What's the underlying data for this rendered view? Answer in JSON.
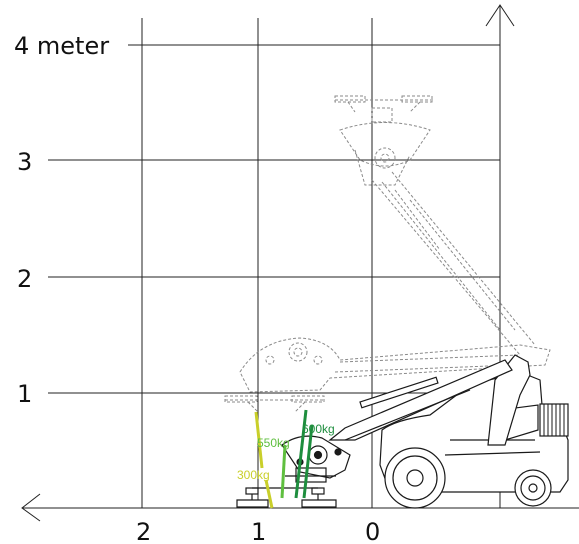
{
  "diagram": {
    "y_axis_labels": [
      "4 meter",
      "3",
      "2",
      "1"
    ],
    "x_axis_labels": [
      "2",
      "1",
      "0"
    ],
    "loads": [
      {
        "label": "600kg",
        "color": "#1e8e3e"
      },
      {
        "label": "550kg",
        "color": "#5fbf3f"
      },
      {
        "label": "300kg",
        "color": "#c9cf2a"
      }
    ],
    "colors": {
      "grid": "#222222",
      "ghost_outline": "#8a8a8a",
      "machine": "#1a1a1a"
    }
  }
}
